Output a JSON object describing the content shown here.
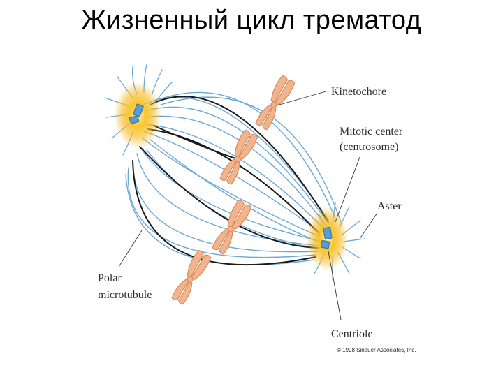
{
  "title": "Жизненный цикл трематод",
  "labels": {
    "kinetochore": "Kinetochore",
    "mitotic_center_line1": "Mitotic center",
    "mitotic_center_line2": "(centrosome)",
    "aster": "Aster",
    "polar_line1": "Polar",
    "polar_line2": "microtubule",
    "centriole": "Centriole"
  },
  "copyright": "© 1998 Sinauer Associates, Inc.",
  "colors": {
    "microtubule_blue": "#6aa9d6",
    "spindle_black": "#1a1a1a",
    "chromosome": "#f2b48c",
    "chromosome_edge": "#d98a5c",
    "centrosome_glow": "#f7b81e",
    "centriole": "#5a9bd0"
  }
}
